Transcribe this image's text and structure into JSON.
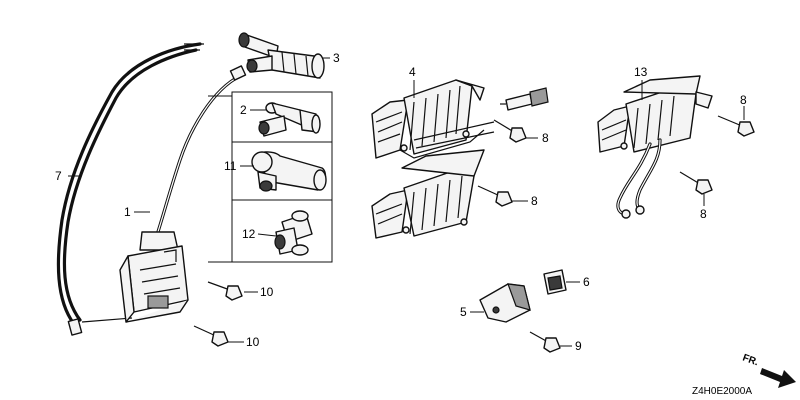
{
  "callouts": {
    "c1": "1",
    "c2": "2",
    "c3": "3",
    "c4": "4",
    "c5": "5",
    "c6": "6",
    "c7": "7",
    "c8a": "8",
    "c8b": "8",
    "c8c": "8",
    "c8d": "8",
    "c9": "9",
    "c10a": "10",
    "c10b": "10",
    "c11": "11",
    "c12": "12",
    "c13": "13"
  },
  "direction_label": "FR.",
  "diagram_code": "Z4H0E2000A"
}
